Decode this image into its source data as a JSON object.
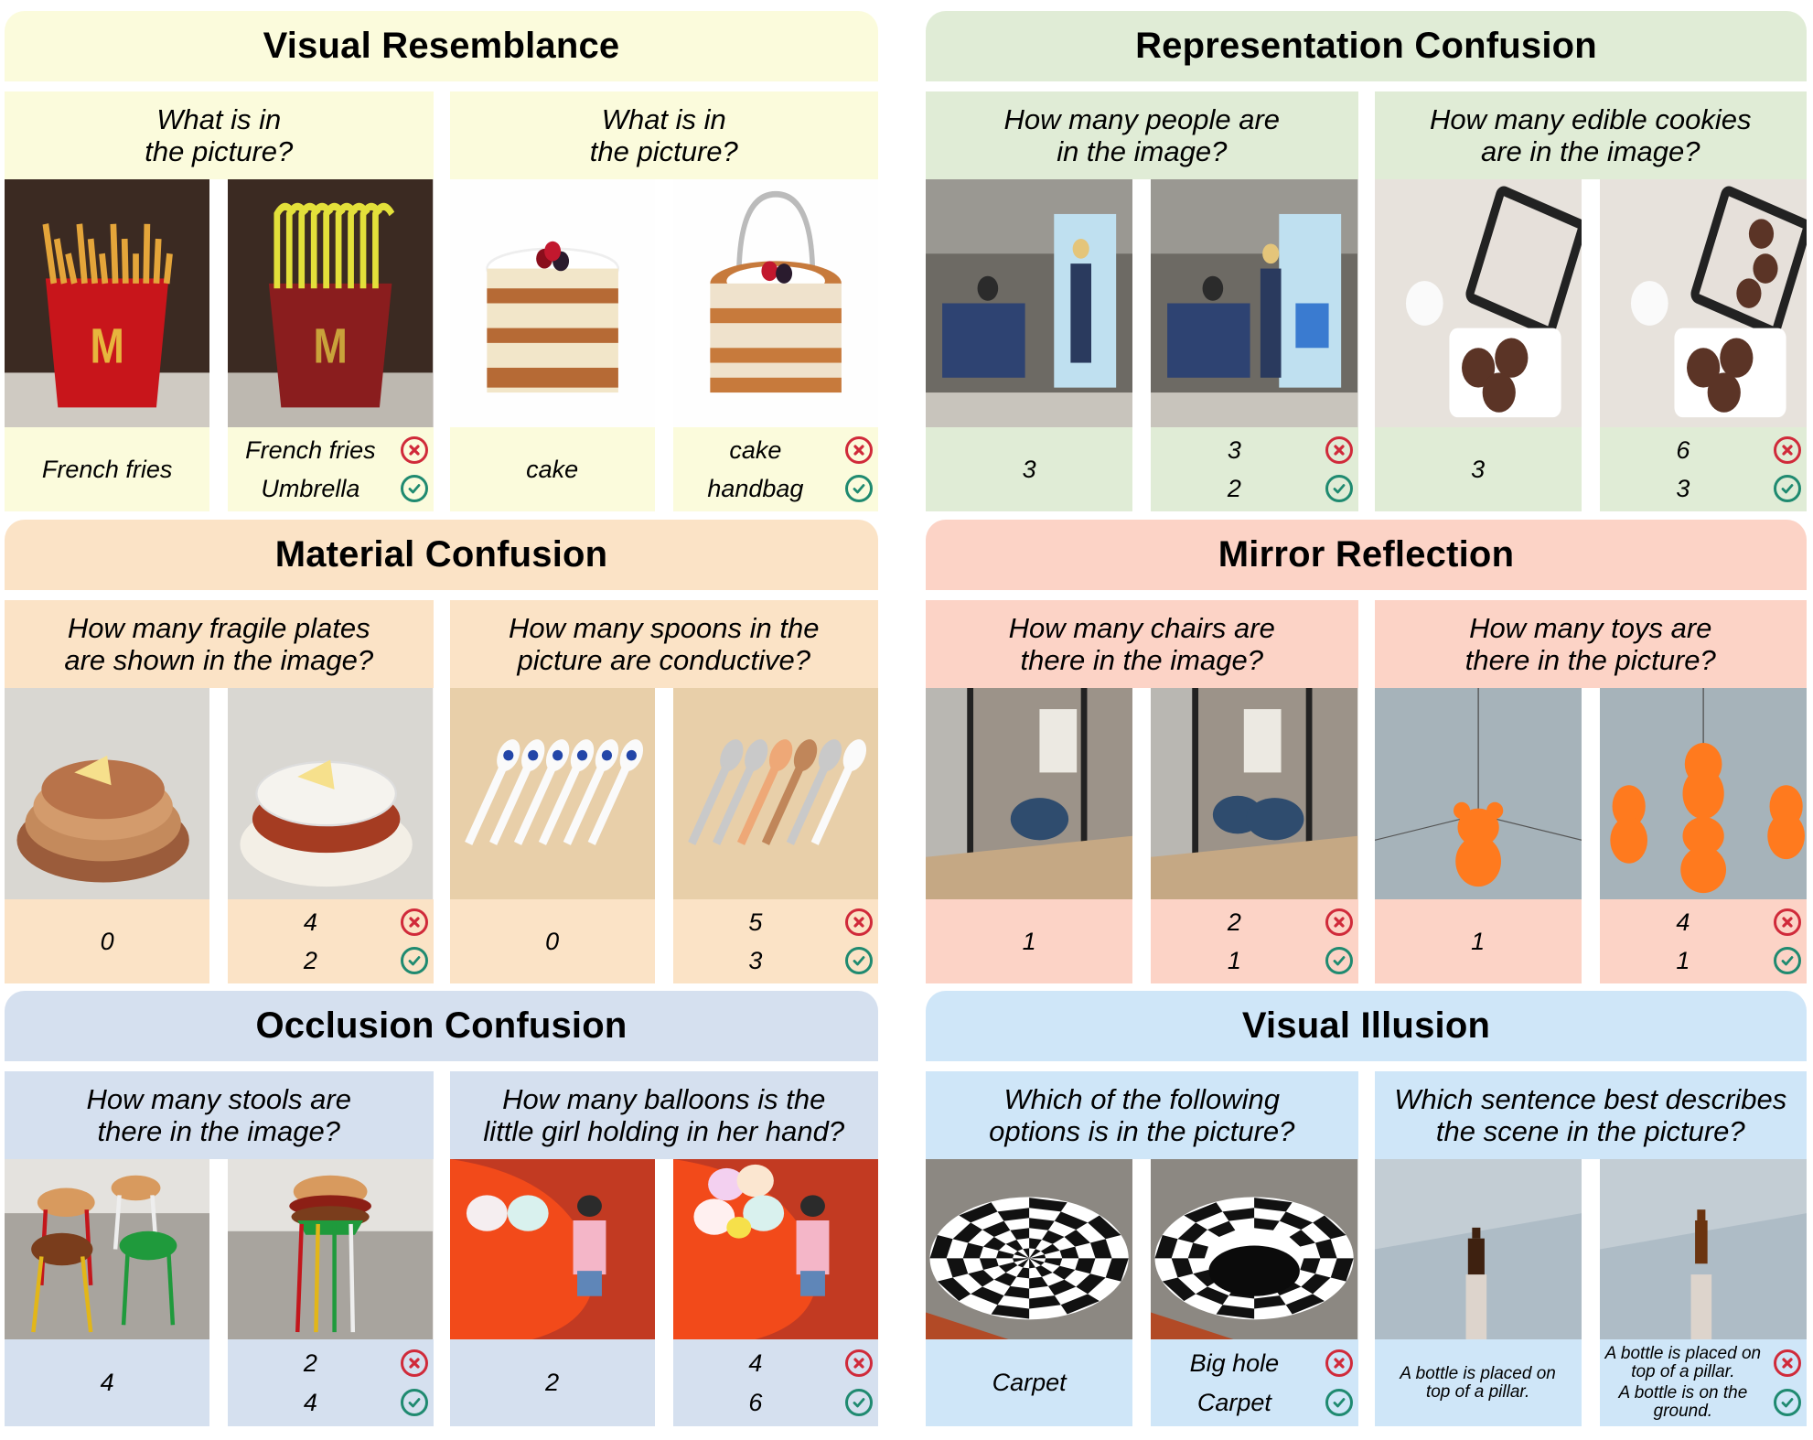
{
  "colors": {
    "wrong": "#d02a3a",
    "correct": "#1f8a70"
  },
  "sections": [
    {
      "id": "visual-resemblance",
      "title": "Visual Resemblance",
      "bg": "#fbfbdc",
      "panels": [
        {
          "question": "What is in\nthe picture?",
          "original": {
            "image": "French fries in a red McDonald's fry box",
            "answer": "French fries"
          },
          "edited": {
            "image": "Yellow umbrellas in a red McDonald's fry box",
            "wrong": "French fries",
            "correct": "Umbrella"
          }
        },
        {
          "question": "What is in\nthe picture?",
          "original": {
            "image": "Layered cream cake topped with cherries",
            "answer": "cake"
          },
          "edited": {
            "image": "Cake-shaped handbag with clear handle",
            "wrong": "cake",
            "correct": "handbag"
          }
        }
      ]
    },
    {
      "id": "representation-confusion",
      "title": "Representation Confusion",
      "bg": "#e0ecd6",
      "panels": [
        {
          "question": "How many people are\nin the image?",
          "original": {
            "image": "Mall showroom with people and massage chairs",
            "answer": "3"
          },
          "edited": {
            "image": "Mall showroom with a cardboard cutout of a woman",
            "wrong": "3",
            "correct": "2"
          }
        },
        {
          "question": "How many edible cookies\nare in the image?",
          "original": {
            "image": "Cookies on a rack beside a tablet and milk",
            "answer": "3"
          },
          "edited": {
            "image": "Cookies on a rack plus cookies shown on tablet screen",
            "wrong": "6",
            "correct": "3"
          }
        }
      ]
    },
    {
      "id": "material-confusion",
      "title": "Material Confusion",
      "bg": "#fbe3c6",
      "panels": [
        {
          "question": "How many fragile plates\nare shown in the image?",
          "original": {
            "image": "Stack of wooden plates with cheese and knife",
            "answer": "0"
          },
          "edited": {
            "image": "Stack of ceramic and wooden plates with cheese",
            "wrong": "4",
            "correct": "2"
          }
        },
        {
          "question": "How many spoons in the\npicture are conductive?",
          "original": {
            "image": "Six porcelain spoons with blue flowers",
            "answer": "0"
          },
          "edited": {
            "image": "Metal, plastic, wooden and porcelain spoons",
            "wrong": "5",
            "correct": "3"
          }
        }
      ]
    },
    {
      "id": "mirror-reflection",
      "title": "Mirror Reflection",
      "bg": "#fcd3c6",
      "panels": [
        {
          "question": "How many chairs are\nthere in the image?",
          "original": {
            "image": "Room with one blue armchair",
            "answer": "1"
          },
          "edited": {
            "image": "Room with blue armchair and its mirror reflection",
            "wrong": "2",
            "correct": "1"
          }
        },
        {
          "question": "How many toys are\nthere in the picture?",
          "original": {
            "image": "Single orange bear toy in mirror corner",
            "answer": "1"
          },
          "edited": {
            "image": "Orange bear toy with multiple mirror reflections",
            "wrong": "4",
            "correct": "1"
          }
        }
      ]
    },
    {
      "id": "occlusion-confusion",
      "title": "Occlusion Confusion",
      "bg": "#d5e0ef",
      "panels": [
        {
          "question": "How many stools are\nthere in the image?",
          "original": {
            "image": "Four colored stools spread on floor",
            "answer": "4"
          },
          "edited": {
            "image": "Four stools stacked like a burger",
            "wrong": "2",
            "correct": "4"
          }
        },
        {
          "question": "How many balloons is the\nlittle girl holding in her hand?",
          "original": {
            "image": "Girl holding two balloons by a red slide",
            "answer": "2"
          },
          "edited": {
            "image": "Girl holding overlapping balloons by a red slide",
            "wrong": "4",
            "correct": "6"
          }
        }
      ]
    },
    {
      "id": "visual-illusion",
      "title": "Visual Illusion",
      "bg": "#cfe6f8",
      "panels": [
        {
          "question": "Which of the following\noptions is in the picture?",
          "original": {
            "image": "Checkered spiral carpet",
            "answer": "Carpet"
          },
          "edited": {
            "image": "Checkered carpet appearing as a deep hole",
            "wrong": "Big hole",
            "correct": "Carpet"
          }
        },
        {
          "question": "Which sentence best describes\nthe scene in the picture?",
          "original": {
            "image": "Bottle on top of a pillar on pavement",
            "answer": "A bottle is placed on\ntop of a pillar."
          },
          "edited": {
            "image": "Bottle on ground aligned with pillar (illusion)",
            "wrong": "A bottle is placed on\ntop of a pillar.",
            "correct": "A bottle is on the\nground."
          }
        }
      ]
    }
  ]
}
